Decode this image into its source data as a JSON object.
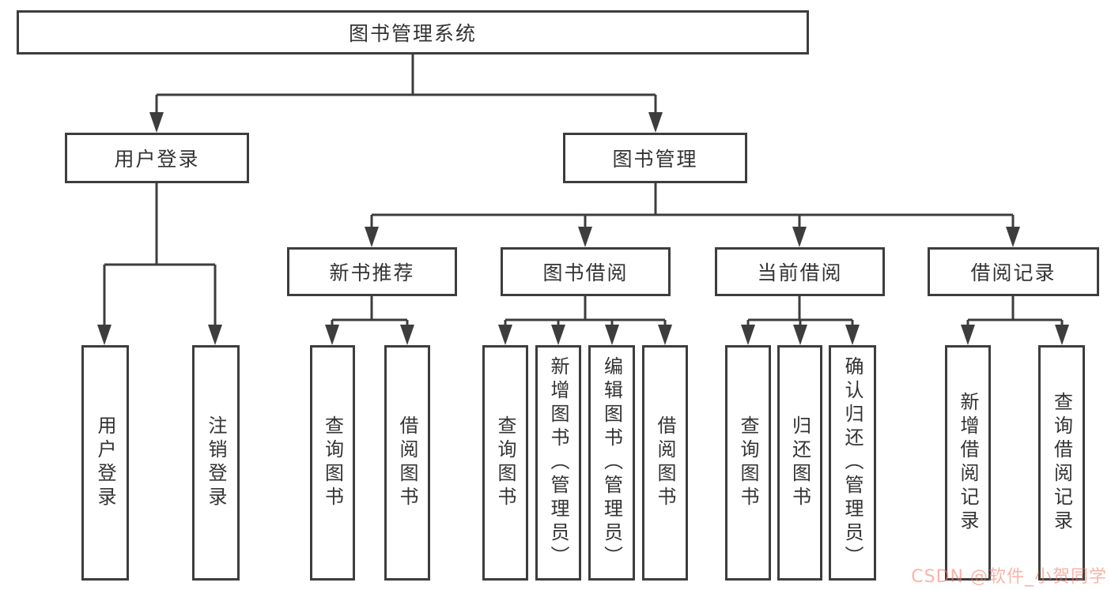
{
  "nodes": {
    "root": "图书管理系统",
    "user_login": "用户登录",
    "book_mgmt": "图书管理",
    "new_book_rec": "新书推荐",
    "book_borrow": "图书借阅",
    "current_borrow": "当前借阅",
    "borrow_records": "借阅记录",
    "leaf_user_login": "用户登录",
    "leaf_logout": "注销登录",
    "leaf_query_book_1": "查询图书",
    "leaf_borrow_book_1": "借阅图书",
    "leaf_query_book_2": "查询图书",
    "leaf_add_book_admin": "新增图书（管理员）",
    "leaf_edit_book_admin": "编辑图书（管理员）",
    "leaf_borrow_book_2": "借阅图书",
    "leaf_query_book_3": "查询图书",
    "leaf_return_book": "归还图书",
    "leaf_confirm_return_admin": "确认归还（管理员）",
    "leaf_add_borrow_record": "新增借阅记录",
    "leaf_query_borrow_record": "查询借阅记录"
  },
  "watermark": {
    "text": "CSDN @软件_小贺同学"
  },
  "colors": {
    "line": "#3d3d3d",
    "border": "#3d3d3d",
    "text": "#333333",
    "background": "#ffffff",
    "watermark": "#f4745f"
  }
}
